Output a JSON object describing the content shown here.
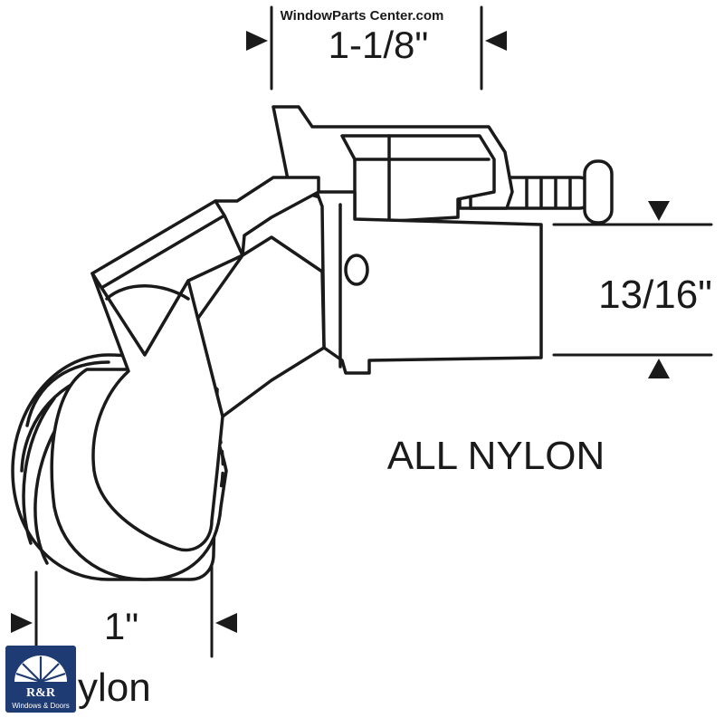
{
  "site_watermark": "WindowParts Center.com",
  "dimensions": {
    "top_width": "1-1/8\"",
    "side_height": "13/16\"",
    "wheel_width": "1\""
  },
  "material_label": "ALL NYLON",
  "wheel_label_partial": "ylon",
  "logo": {
    "monogram": "R&R",
    "tagline": "Windows & Doors",
    "colors": {
      "navy": "#1f3b73",
      "white": "#ffffff"
    }
  },
  "colors": {
    "ink": "#1a1a1a",
    "background": "#ffffff"
  }
}
